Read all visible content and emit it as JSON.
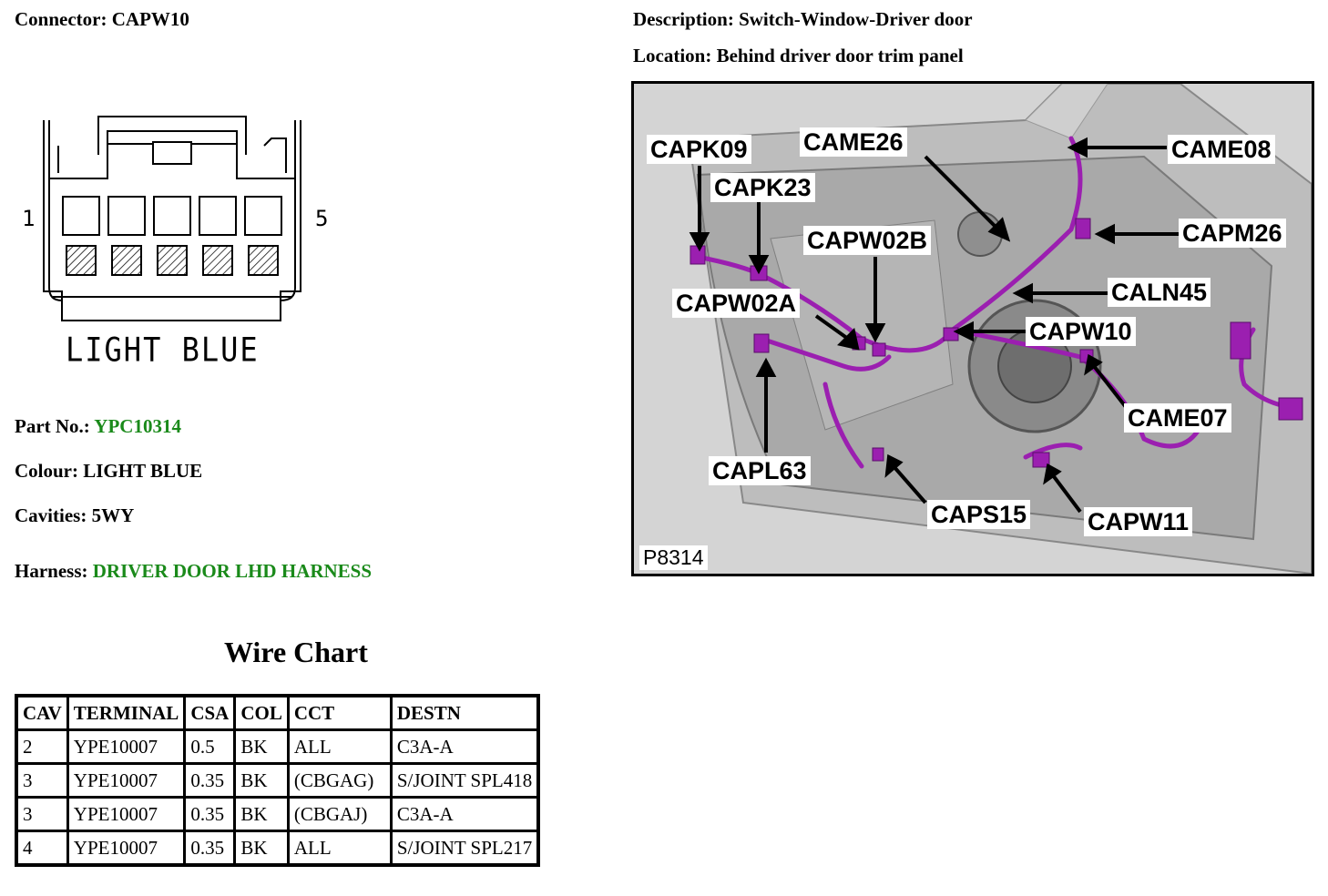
{
  "connector": {
    "label": "Connector:",
    "value": "CAPW10"
  },
  "description": {
    "label": "Description:",
    "value": "Switch-Window-Driver door"
  },
  "location": {
    "label": "Location:",
    "value": "Behind driver door trim panel"
  },
  "diagram": {
    "pin_first": "1",
    "pin_last": "5",
    "colour_label": "LIGHT BLUE",
    "cavity_count": 5
  },
  "part_no": {
    "label": "Part No.:",
    "value": "YPC10314"
  },
  "colour": {
    "label": "Colour:",
    "value": "LIGHT BLUE"
  },
  "cavities": {
    "label": "Cavities:",
    "value": "5WY"
  },
  "harness": {
    "label": "Harness:",
    "value": "DRIVER DOOR LHD HARNESS"
  },
  "wire_chart": {
    "title": "Wire Chart",
    "headers": [
      "CAV",
      "TERMINAL",
      "CSA",
      "COL",
      "CCT",
      "DESTN"
    ],
    "rows": [
      [
        "2",
        "YPE10007",
        "0.5",
        "BK",
        "ALL",
        "C3A-A"
      ],
      [
        "3",
        "YPE10007",
        "0.35",
        "BK",
        "(CBGAG)",
        "S/JOINT SPL418"
      ],
      [
        "3",
        "YPE10007",
        "0.35",
        "BK",
        "(CBGAJ)",
        "C3A-A"
      ],
      [
        "4",
        "YPE10007",
        "0.35",
        "BK",
        "ALL",
        "S/JOINT SPL217"
      ]
    ]
  },
  "location_image": {
    "figure_id": "P8314",
    "callouts": [
      "CAPK09",
      "CAME26",
      "CAME08",
      "CAPK23",
      "CAPW02B",
      "CAPM26",
      "CALN45",
      "CAPW02A",
      "CAPW10",
      "CAME07",
      "CAPL63",
      "CAPS15",
      "CAPW11"
    ]
  },
  "colors": {
    "accent_green": "#1a8a1a",
    "harness_purple": "#9b1fb0"
  }
}
